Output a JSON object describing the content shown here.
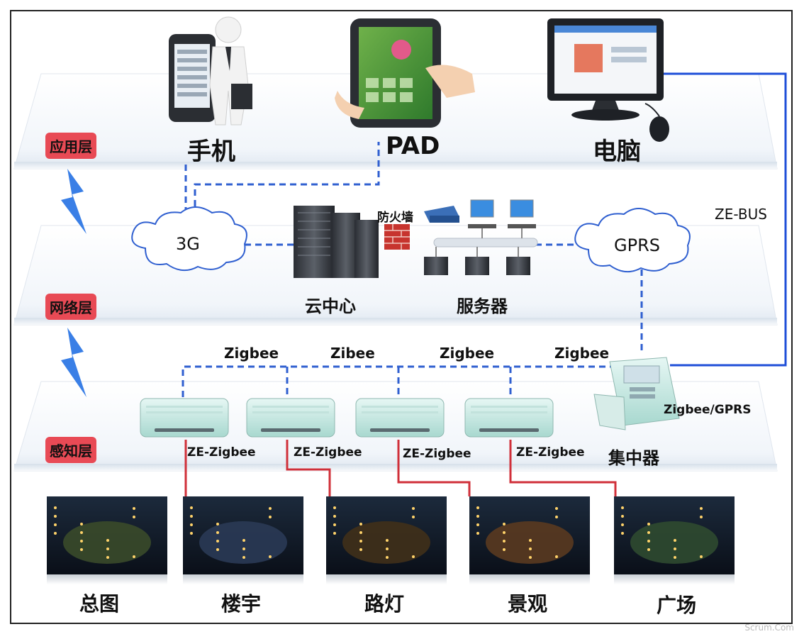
{
  "layers": {
    "application": "应用层",
    "network": "网络层",
    "perception": "感知层"
  },
  "devices": {
    "phone": "手机",
    "pad": "PAD",
    "computer": "电脑"
  },
  "network": {
    "cloud_3g": "3G",
    "cloud_gprs": "GPRS",
    "cloud_center": "云中心",
    "firewall": "防火墙",
    "servers": "服务器",
    "ze_bus": "ZE-BUS"
  },
  "zigbee_links": [
    "Zigbee",
    "Zibee",
    "Zigbee",
    "Zigbee"
  ],
  "nodes": [
    "ZE-Zigbee",
    "ZE-Zigbee",
    "ZE-Zigbee",
    "ZE-Zigbee"
  ],
  "concentrator": {
    "label": "集中器",
    "protocol": "Zigbee/GPRS"
  },
  "scenes": [
    "总图",
    "楼宇",
    "路灯",
    "景观",
    "广场"
  ],
  "watermark": "Scrum.Com",
  "colors": {
    "dashed_link": "#2f5fd0",
    "bus_line": "#1f4fd8",
    "wire": "#d0303a",
    "badge": "#e84a55",
    "lightning": "#3a7fe6"
  }
}
